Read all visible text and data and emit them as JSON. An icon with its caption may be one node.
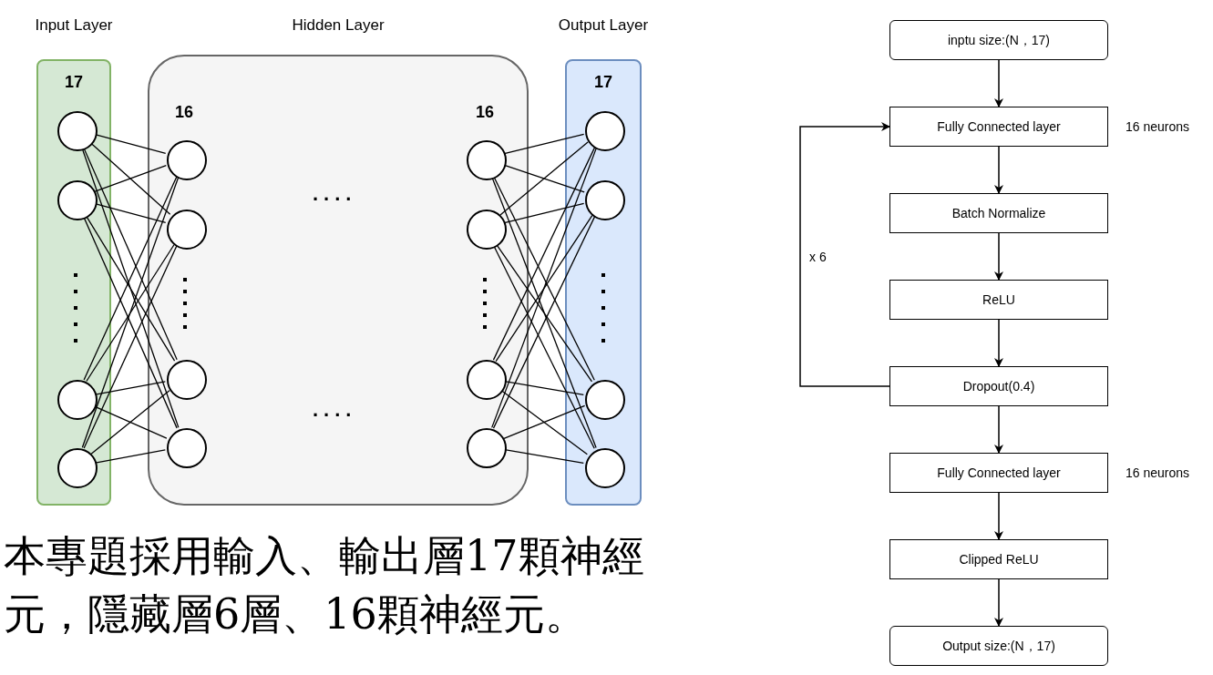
{
  "diagram": {
    "caption": "本專題採用輸入、輸出層17顆神經元，隱藏層6層、16顆神經元。",
    "nodes": [
      {
        "text": [
          "Input Layer",
          "17"
        ]
      },
      {
        "text": [],
        "shape": "circle",
        "in": 0
      },
      {
        "text": [],
        "shape": "circle",
        "in": 0
      },
      {
        "text": [],
        "shape": "circle",
        "in": 0
      },
      {
        "text": [],
        "shape": "circle",
        "in": 0
      },
      {
        "text": [
          "Hidden Layer",
          "16",
          "16"
        ]
      },
      {
        "text": [],
        "shape": "circle",
        "in": 5
      },
      {
        "text": [],
        "shape": "circle",
        "in": 5
      },
      {
        "text": [],
        "shape": "circle",
        "in": 5
      },
      {
        "text": [],
        "shape": "circle",
        "in": 5
      },
      {
        "text": [],
        "shape": "circle",
        "in": 5
      },
      {
        "text": [],
        "shape": "circle",
        "in": 5
      },
      {
        "text": [],
        "shape": "circle",
        "in": 5
      },
      {
        "text": [],
        "shape": "circle",
        "in": 5
      },
      {
        "text": [
          "Output Layer",
          "17"
        ]
      },
      {
        "text": [],
        "shape": "circle",
        "in": 14
      },
      {
        "text": [],
        "shape": "circle",
        "in": 14
      },
      {
        "text": [],
        "shape": "circle",
        "in": 14
      },
      {
        "text": [],
        "shape": "circle",
        "in": 14
      },
      {
        "text": [
          "inptu size:(N，17)"
        ]
      },
      {
        "text": [
          "Fully Connected layer"
        ],
        "beside": [
          "16 neurons"
        ]
      },
      {
        "text": [
          "Batch Normalize"
        ]
      },
      {
        "text": [
          "ReLU"
        ]
      },
      {
        "text": [
          "Dropout(0.4)"
        ]
      },
      {
        "text": [
          "Fully Connected layer"
        ],
        "beside": [
          "16 neurons"
        ]
      },
      {
        "text": [
          "Clipped ReLU"
        ]
      },
      {
        "text": [
          "Output size:(N，17)"
        ]
      }
    ],
    "edges": [
      {
        "from": 1,
        "to": 6,
        "arrow": "none"
      },
      {
        "from": 1,
        "to": 7,
        "arrow": "none"
      },
      {
        "from": 1,
        "to": 8,
        "arrow": "none"
      },
      {
        "from": 1,
        "to": 9,
        "arrow": "none"
      },
      {
        "from": 2,
        "to": 6,
        "arrow": "none"
      },
      {
        "from": 2,
        "to": 7,
        "arrow": "none"
      },
      {
        "from": 2,
        "to": 8,
        "arrow": "none"
      },
      {
        "from": 2,
        "to": 9,
        "arrow": "none"
      },
      {
        "from": 3,
        "to": 6,
        "arrow": "none"
      },
      {
        "from": 3,
        "to": 7,
        "arrow": "none"
      },
      {
        "from": 3,
        "to": 8,
        "arrow": "none"
      },
      {
        "from": 3,
        "to": 9,
        "arrow": "none"
      },
      {
        "from": 4,
        "to": 6,
        "arrow": "none"
      },
      {
        "from": 4,
        "to": 7,
        "arrow": "none"
      },
      {
        "from": 4,
        "to": 8,
        "arrow": "none"
      },
      {
        "from": 4,
        "to": 9,
        "arrow": "none"
      },
      {
        "from": 10,
        "to": 15,
        "arrow": "none"
      },
      {
        "from": 10,
        "to": 16,
        "arrow": "none"
      },
      {
        "from": 10,
        "to": 17,
        "arrow": "none"
      },
      {
        "from": 10,
        "to": 18,
        "arrow": "none"
      },
      {
        "from": 11,
        "to": 15,
        "arrow": "none"
      },
      {
        "from": 11,
        "to": 16,
        "arrow": "none"
      },
      {
        "from": 11,
        "to": 17,
        "arrow": "none"
      },
      {
        "from": 11,
        "to": 18,
        "arrow": "none"
      },
      {
        "from": 12,
        "to": 15,
        "arrow": "none"
      },
      {
        "from": 12,
        "to": 16,
        "arrow": "none"
      },
      {
        "from": 12,
        "to": 17,
        "arrow": "none"
      },
      {
        "from": 12,
        "to": 18,
        "arrow": "none"
      },
      {
        "from": 13,
        "to": 15,
        "arrow": "none"
      },
      {
        "from": 13,
        "to": 16,
        "arrow": "none"
      },
      {
        "from": 13,
        "to": 17,
        "arrow": "none"
      },
      {
        "from": 13,
        "to": 18,
        "arrow": "none"
      },
      {
        "from": 19,
        "to": 20,
        "arrow": "to"
      },
      {
        "from": 20,
        "to": 21,
        "arrow": "to"
      },
      {
        "from": 21,
        "to": 22,
        "arrow": "to"
      },
      {
        "from": 22,
        "to": 23,
        "arrow": "to"
      },
      {
        "from": 23,
        "to": 20,
        "arrow": "to",
        "label": "x 6"
      },
      {
        "from": 23,
        "to": 24,
        "arrow": "to"
      },
      {
        "from": 24,
        "to": 25,
        "arrow": "to"
      },
      {
        "from": 25,
        "to": 26,
        "arrow": "to"
      }
    ],
    "labels": [
      "....",
      "...."
    ]
  }
}
